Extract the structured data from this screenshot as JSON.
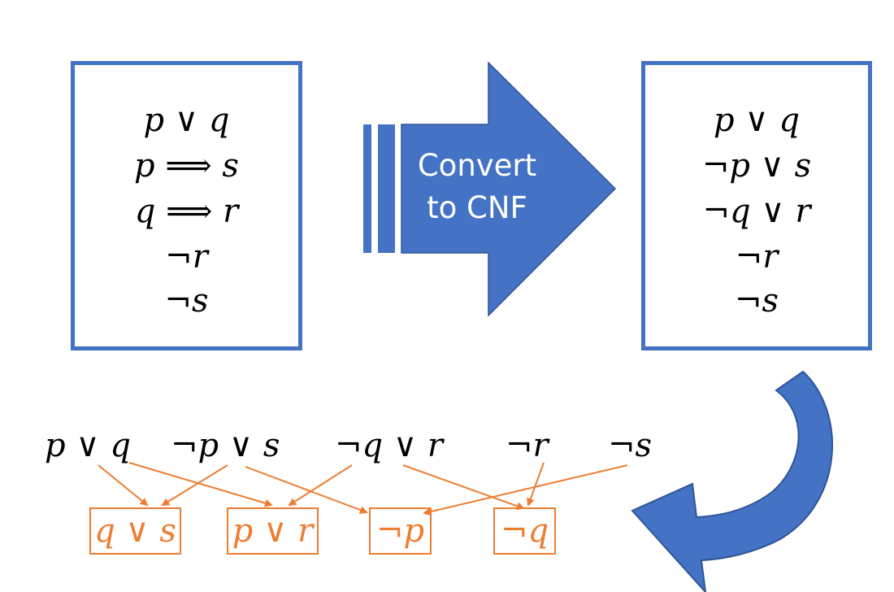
{
  "left_box": {
    "formulas": [
      "p ∨ q",
      "p ⟹ s",
      "q ⟹ r",
      "¬r",
      "¬s"
    ]
  },
  "convert_arrow": {
    "label": "Convert to CNF"
  },
  "right_box": {
    "formulas": [
      "p ∨ q",
      "¬p ∨ s",
      "¬q ∨ r",
      "¬r",
      "¬s"
    ]
  },
  "clauses": [
    "p ∨ q",
    "¬p ∨ s",
    "¬q ∨ r",
    "¬r",
    "¬s"
  ],
  "resolvents": [
    "q ∨ s",
    "p ∨ r",
    "¬p",
    "¬q"
  ],
  "colors": {
    "box_border": "#4472c4",
    "arrow_fill": "#4472c4",
    "resolution": "#ed7d31",
    "text": "#000000"
  }
}
